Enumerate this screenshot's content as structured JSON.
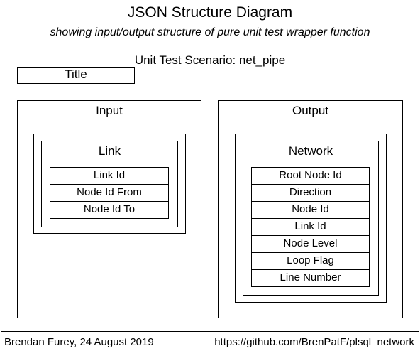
{
  "diagram": {
    "title": "JSON Structure Diagram",
    "subtitle": "showing input/output structure of pure unit test wrapper function",
    "scenario_label": "Unit Test Scenario: net_pipe",
    "title_box_label": "Title",
    "input": {
      "label": "Input",
      "group": {
        "label": "Link",
        "fields": [
          "Link Id",
          "Node Id From",
          "Node Id To"
        ]
      }
    },
    "output": {
      "label": "Output",
      "group": {
        "label": "Network",
        "fields": [
          "Root Node Id",
          "Direction",
          "Node Id",
          "Link Id",
          "Node Level",
          "Loop Flag",
          "Line Number"
        ]
      }
    },
    "footer": {
      "author": "Brendan Furey, 24 August 2019",
      "url": "https://github.com/BrenPatF/plsql_network"
    }
  }
}
